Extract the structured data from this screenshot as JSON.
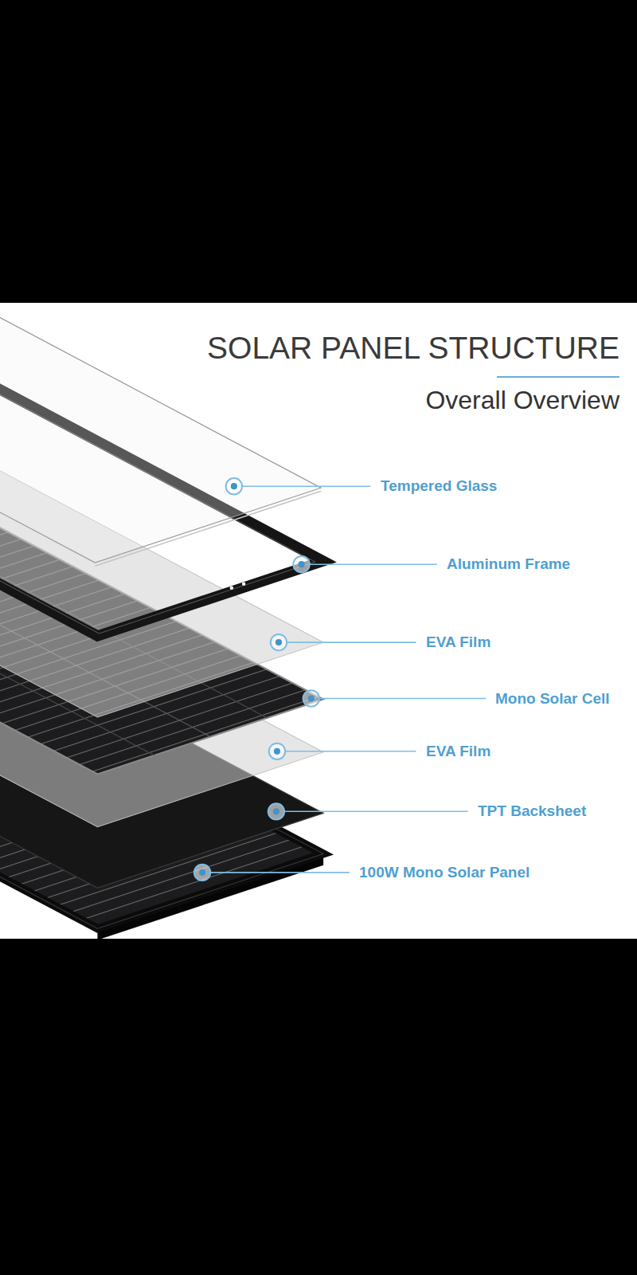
{
  "diagram": {
    "title": "SOLAR PANEL STRUCTURE",
    "labels": [
      "Overall Overview",
      "Tempered Glass",
      "Aluminum Frame",
      "EVA Film",
      "Mono Solar Cell",
      "EVA Film",
      "TPT Backsheet",
      "100W Mono Solar Panel"
    ]
  }
}
